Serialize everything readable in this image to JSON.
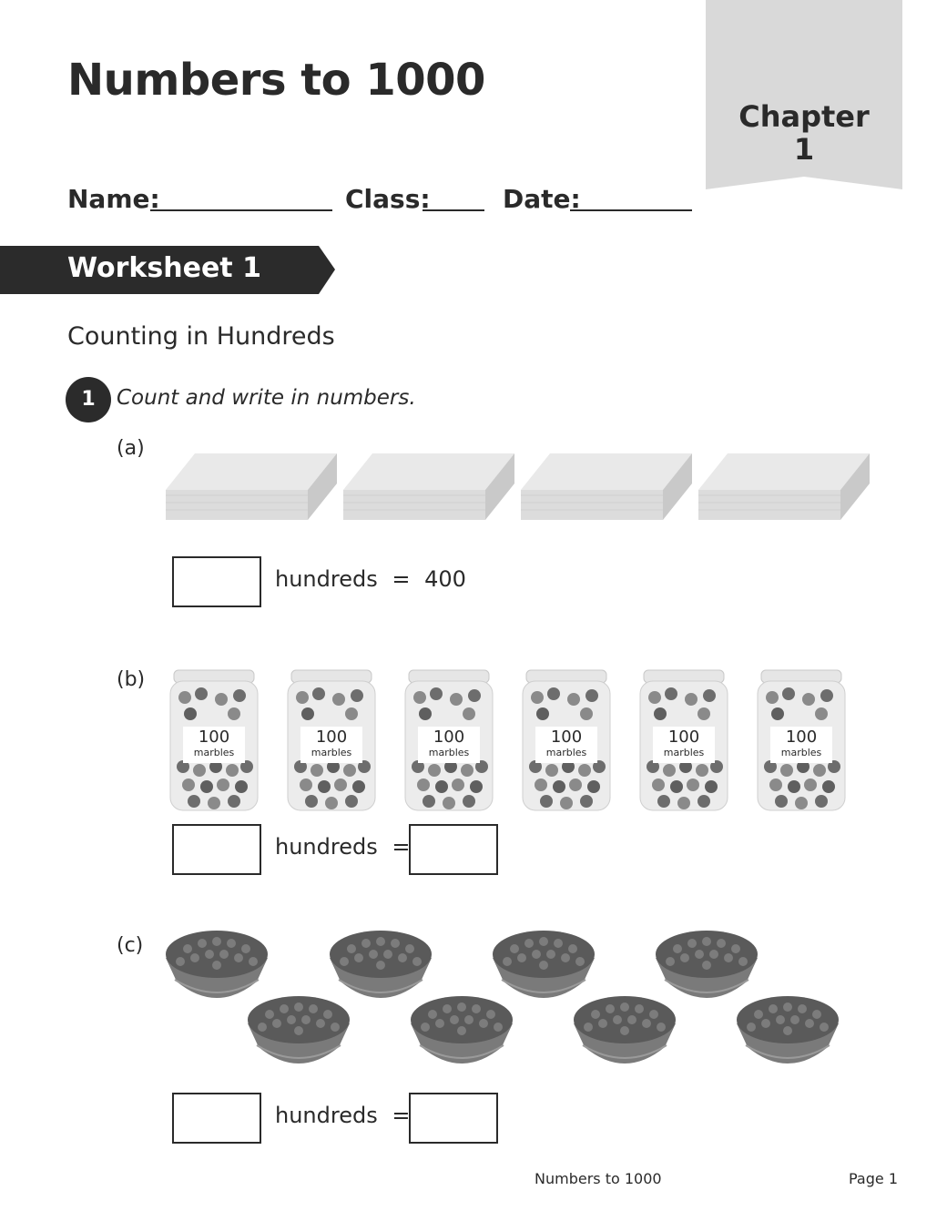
{
  "title": "Numbers to 1000",
  "chapter": {
    "word": "Chapter",
    "number": "1"
  },
  "fields": {
    "name": "Name:",
    "class": "Class:",
    "date": "Date:"
  },
  "worksheet": "Worksheet 1",
  "section": "Counting in Hundreds",
  "question": {
    "number": "1",
    "instruction": "Count and write in numbers."
  },
  "parts": {
    "a": {
      "label": "(a)",
      "word": "hundreds",
      "equals": "=",
      "value": "400",
      "item": "paper-stack",
      "count": 4
    },
    "b": {
      "label": "(b)",
      "word": "hundreds",
      "equals": "=",
      "item": "marble-jar",
      "count": 6,
      "jar_number": "100",
      "jar_word": "marbles"
    },
    "c": {
      "label": "(c)",
      "word": "hundreds",
      "equals": "=",
      "item": "bowl-of-beads",
      "count": 8
    }
  },
  "footer": {
    "title": "Numbers to 1000",
    "page": "Page 1"
  }
}
